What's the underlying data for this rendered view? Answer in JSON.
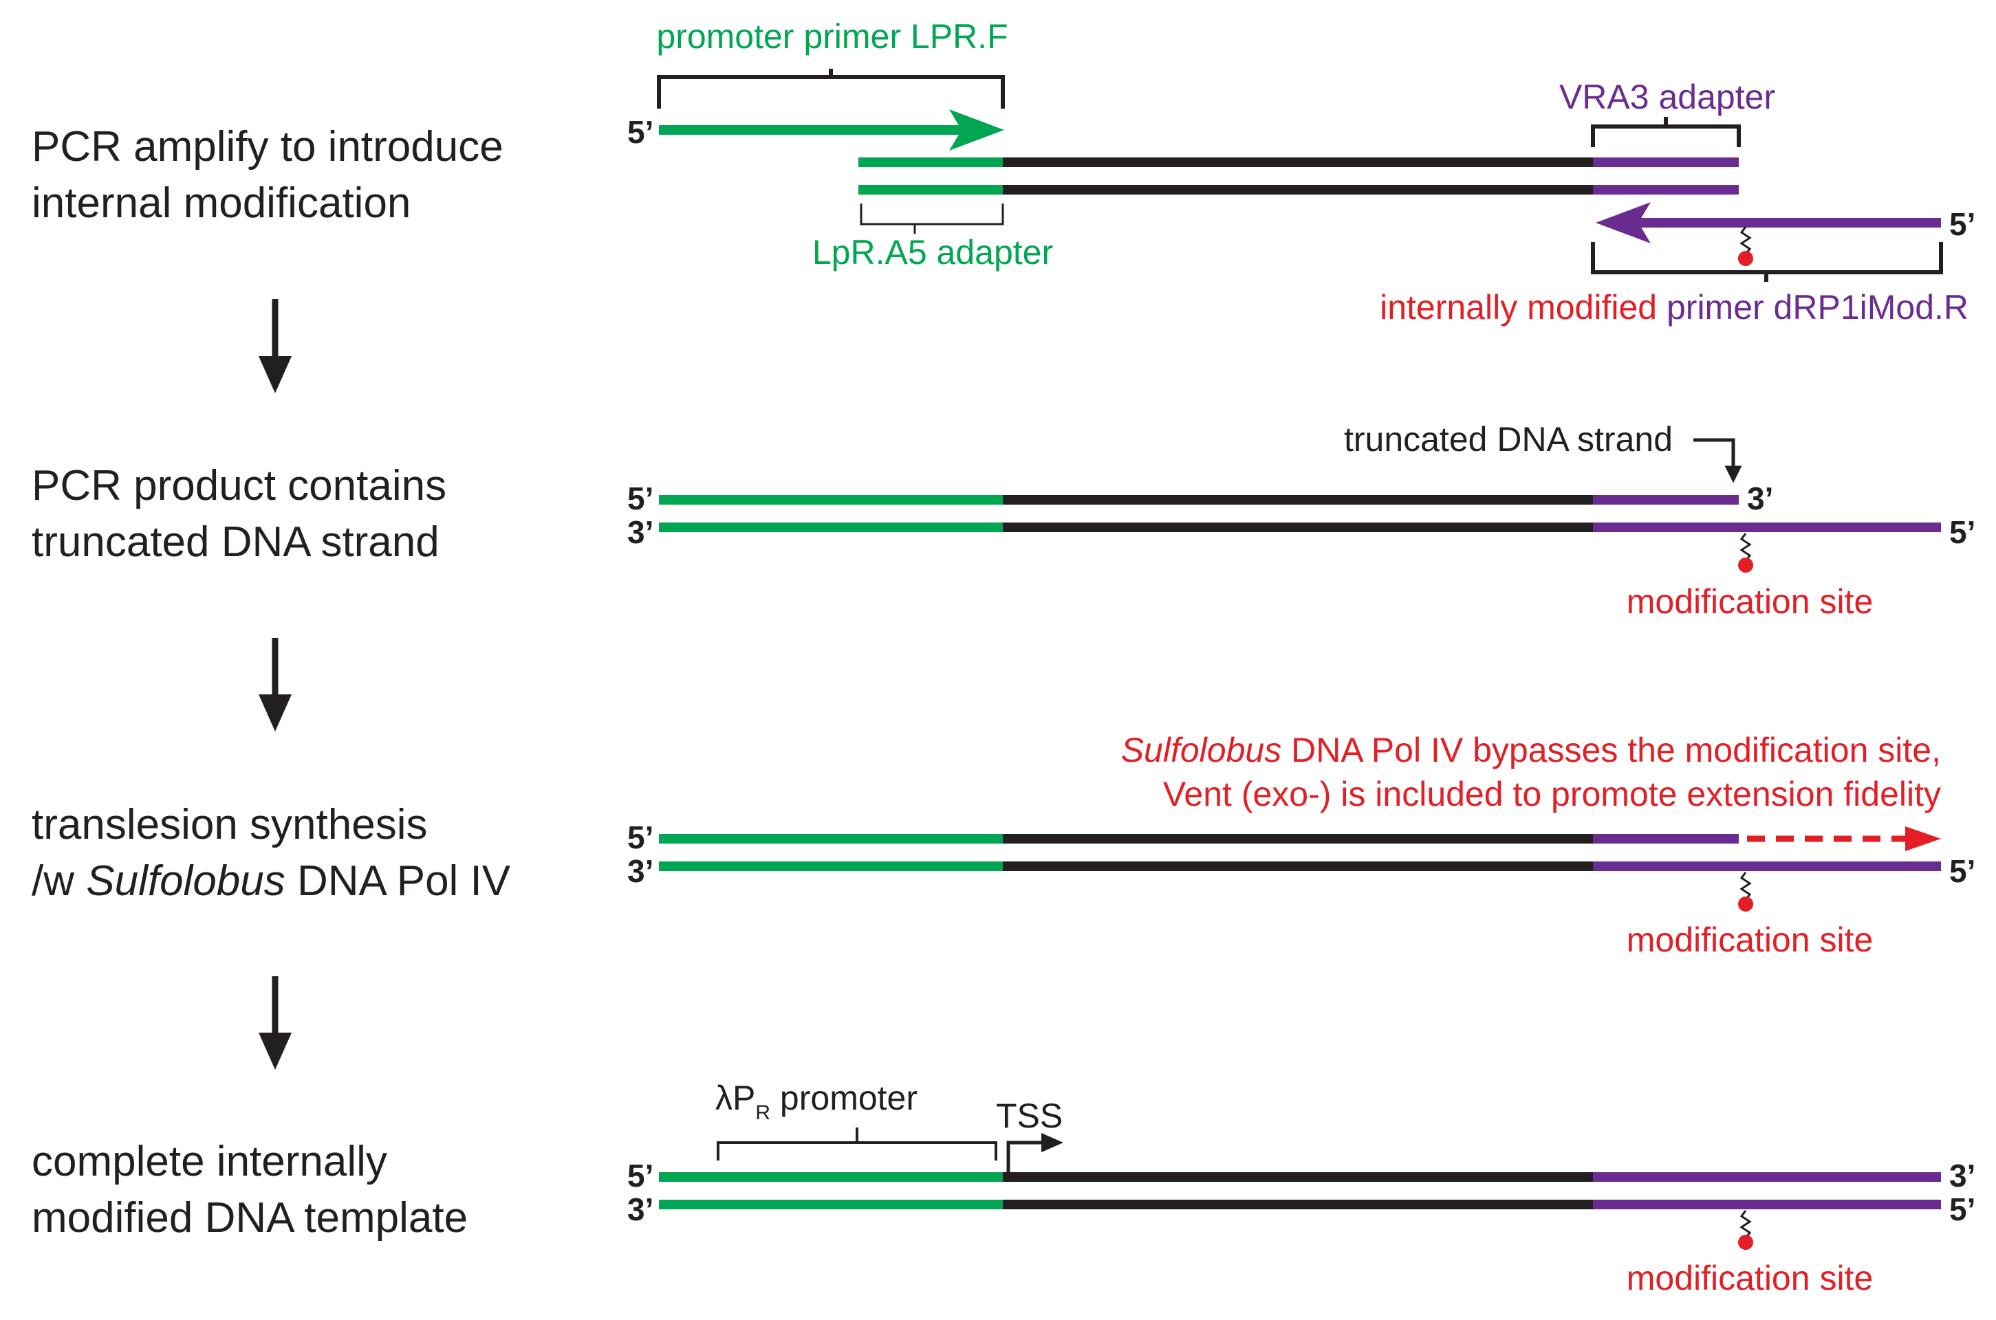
{
  "colors": {
    "green": "#00a651",
    "purple": "#6a2c91",
    "red": "#e31e24",
    "black": "#231f20"
  },
  "steps": [
    {
      "line1": "PCR amplify to introduce",
      "line2": "internal modification"
    },
    {
      "line1": "PCR product contains",
      "line2": "truncated DNA strand"
    },
    {
      "line1": "translesion synthesis",
      "line2_prefix": "/w ",
      "line2_italic": "Sulfolobus",
      "line2_suffix": " DNA Pol IV"
    },
    {
      "line1": "complete internally",
      "line2": "modified DNA template"
    }
  ],
  "panel1": {
    "promoter_primer": "promoter primer LPR.F",
    "vra3_adapter": "VRA3 adapter",
    "lpr_a5_adapter": "LpR.A5 adapter",
    "mod_primer_red": "internally modified",
    "mod_primer_purple": " primer dRP1iMod.R",
    "end_5_top": "5’",
    "end_5_right": "5’"
  },
  "panel2": {
    "truncated_label": "truncated DNA strand",
    "mod_site": "modification site",
    "top_5": "5’",
    "top_3": "3’",
    "bot_3": "3’",
    "bot_5": "5’"
  },
  "panel3": {
    "note_line1_italic": "Sulfolobus",
    "note_line1_rest": " DNA Pol IV bypasses the modification site,",
    "note_line2": "Vent (exo-) is included to promote extension fidelity",
    "mod_site": "modification site",
    "top_5": "5’",
    "bot_3": "3’",
    "bot_5": "5’"
  },
  "panel4": {
    "promoter_lambda": "λP",
    "promoter_sub": "R",
    "promoter_rest": " promoter",
    "tss": "TSS",
    "mod_site": "modification site",
    "top_5": "5’",
    "top_3": "3’",
    "bot_3": "3’",
    "bot_5": "5’"
  }
}
